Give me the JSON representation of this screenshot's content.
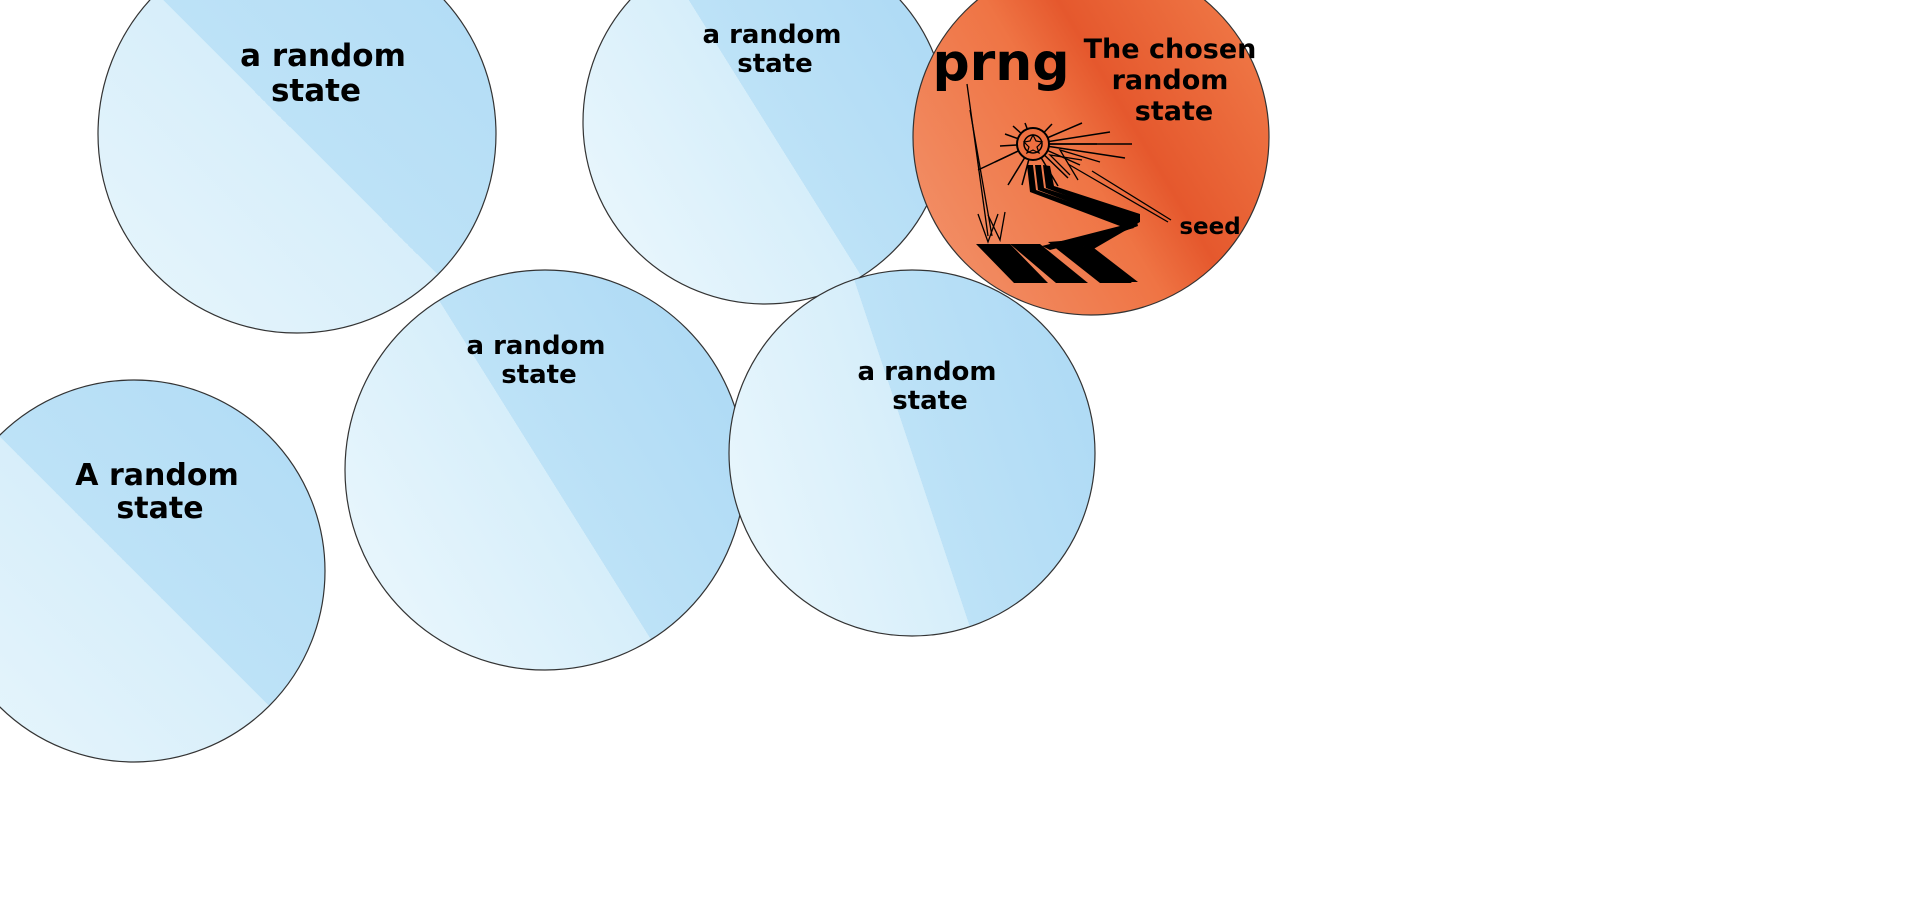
{
  "colors": {
    "bubble_light": "#e2f3fb",
    "bubble_dark": "#b3dcf6",
    "chosen_light": "#f08a5d",
    "chosen_mid": "#ee6a3a",
    "chosen_dark": "#e4572e",
    "outline": "#333333",
    "ink": "#000000"
  },
  "states": [
    {
      "line1": "a random",
      "line2": "state"
    },
    {
      "line1": "a random",
      "line2": "state"
    },
    {
      "line1": "a random",
      "line2": "state"
    },
    {
      "line1": "a random",
      "line2": "state"
    },
    {
      "line1": "A random",
      "line2": "state"
    }
  ],
  "chosen": {
    "prng_label": "prng",
    "line1": "The chosen",
    "line2": "random",
    "line3": "state",
    "seed_label": "seed",
    "icon": "sun-path-icon"
  }
}
